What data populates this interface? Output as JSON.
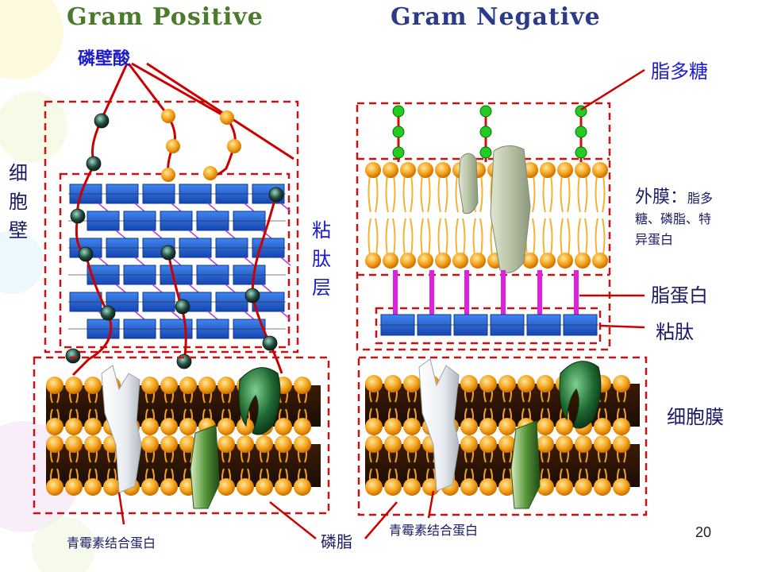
{
  "titles": {
    "gram_positive": "Gram Positive",
    "gram_negative": "Gram Negative"
  },
  "labels": {
    "teichoic_acid": "磷壁酸",
    "cell_wall": "细胞壁",
    "peptidoglycan_layer": "粘肽层",
    "lipopolysaccharide": "脂多糖",
    "outer_membrane_title": "外膜：",
    "outer_membrane_desc_1": "脂多",
    "outer_membrane_desc_2": "糖、磷脂、特",
    "outer_membrane_desc_3": "异蛋白",
    "lipoprotein": "脂蛋白",
    "peptidoglycan": "粘肽",
    "cell_membrane": "细胞膜",
    "pbp_left": "青霉素结合蛋白",
    "phospholipid": "磷脂",
    "pbp_right": "青霉素结合蛋白"
  },
  "page_number": "20",
  "colors": {
    "label_blue": "#1c1ccc",
    "dashed_box": "#cc1111",
    "brick_blue": "#1f5fd6",
    "lipid_orange": "#f5a21a",
    "lps_green": "#22cc22",
    "lipoprotein_magenta": "#e020e0",
    "teichoic_red": "#cc0000"
  }
}
